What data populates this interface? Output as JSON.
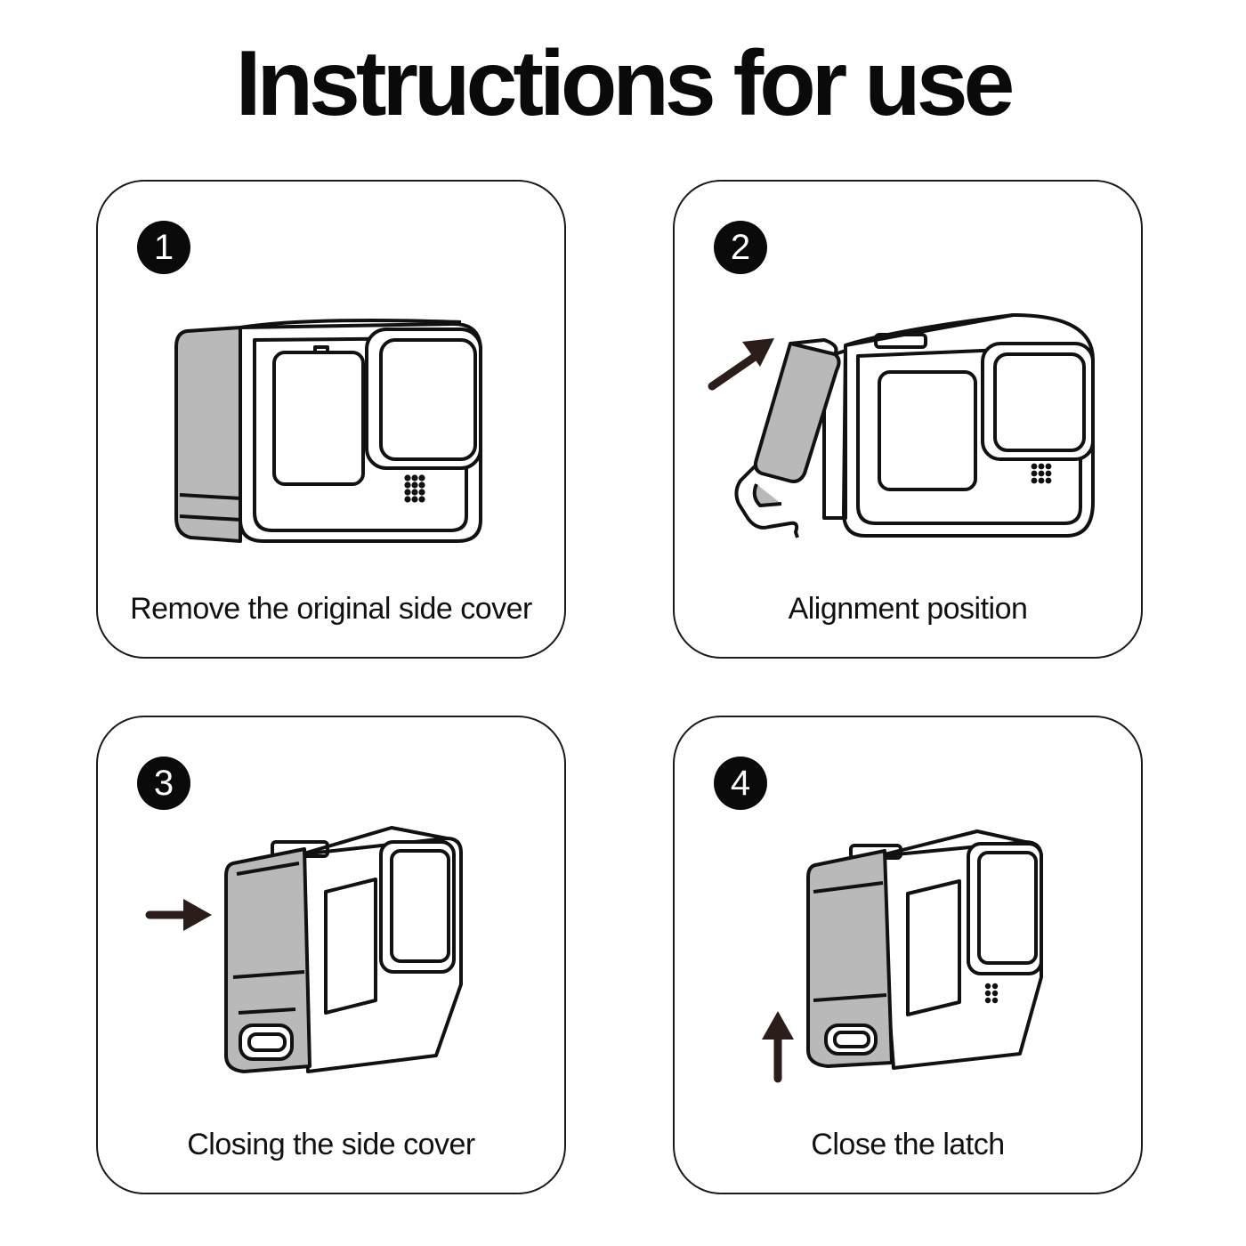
{
  "title": "Instructions for use",
  "steps": [
    {
      "number": "1",
      "caption": "Remove the original side cover",
      "illustration": "camera-front-icon"
    },
    {
      "number": "2",
      "caption": "Alignment position",
      "illustration": "camera-cover-alignment-icon"
    },
    {
      "number": "3",
      "caption": "Closing the side cover",
      "illustration": "camera-cover-closing-icon"
    },
    {
      "number": "4",
      "caption": "Close the latch",
      "illustration": "camera-latch-closing-icon"
    }
  ],
  "colors": {
    "ink": "#111111",
    "fill_gray": "#b9b9b9",
    "arrow": "#2b1d1a"
  }
}
